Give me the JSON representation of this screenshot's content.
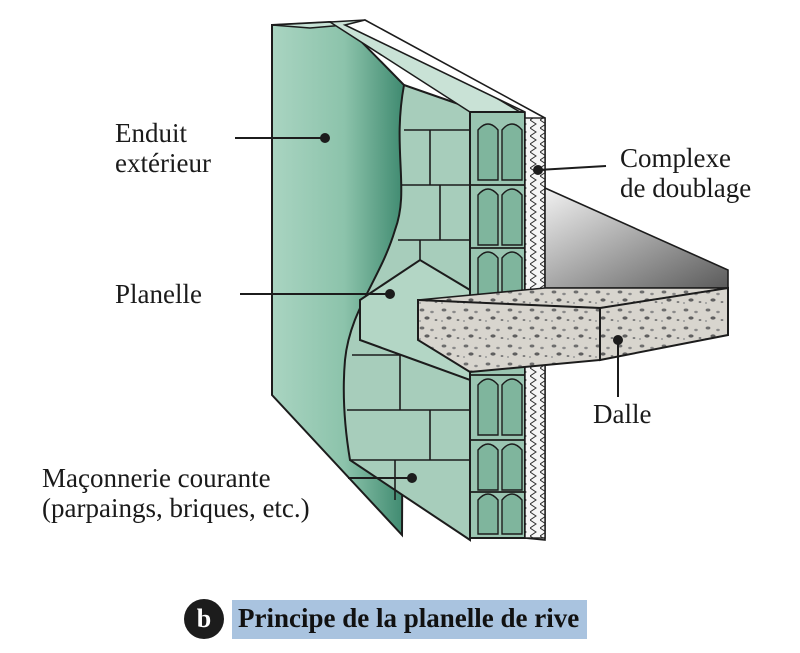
{
  "labels": {
    "enduit": [
      "Enduit",
      "extérieur"
    ],
    "complexe": [
      "Complexe",
      "de doublage"
    ],
    "planelle": "Planelle",
    "dalle": "Dalle",
    "maconnerie": [
      "Maçonnerie courante",
      "(parpaings, briques, etc.)"
    ]
  },
  "caption": {
    "badge": "b",
    "text": "Principe de la planelle de rive"
  },
  "colors": {
    "render": "#8fc2ad",
    "render_dark": "#3f8a70",
    "block_face": "#a7cdbb",
    "block_top": "#c9e2d6",
    "concrete": "#d6d3cc",
    "insulation": "#f4f4f4",
    "caption_highlight": "#a9c3df",
    "badge": "#1c1c1c"
  }
}
